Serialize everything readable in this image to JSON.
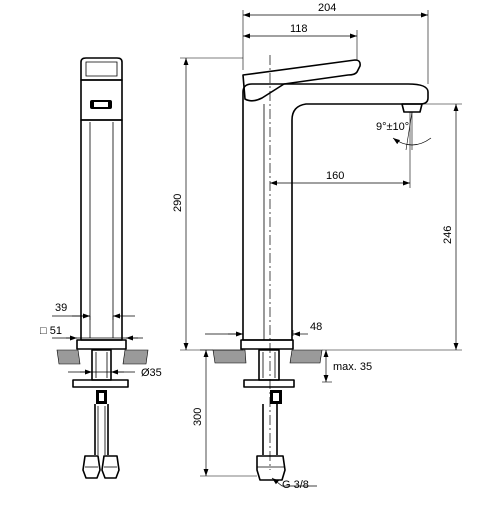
{
  "dimensions": {
    "overall_reach": "204",
    "lever_length": "118",
    "spout_projection": "160",
    "total_height": "290",
    "outlet_height": "246",
    "tilt_angle": "9°±10°",
    "body_diameter": "39",
    "base_square": "□ 51",
    "hole_diameter": "Ø35",
    "base_width": "48",
    "max_thickness": "max. 35",
    "hose_length": "300",
    "connection": "G 3/8"
  }
}
